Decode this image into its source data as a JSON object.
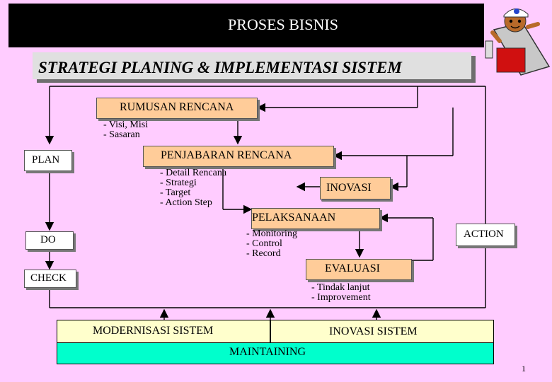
{
  "header": {
    "title": "PROSES BISNIS"
  },
  "subtitle": "STRATEGI PLANING & IMPLEMENTASI SISTEM",
  "diagram": {
    "rumusan": {
      "label": "RUMUSAN RENCANA",
      "items": [
        "- Visi, Misi",
        "- Sasaran"
      ]
    },
    "penjabaran": {
      "label": "PENJABARAN RENCANA",
      "items": [
        "- Detail Rencana",
        "- Strategi",
        "- Target",
        "- Action Step"
      ]
    },
    "inovasi": {
      "label": "INOVASI"
    },
    "pelaksanaan": {
      "label": "PELAKSANAAN",
      "items": [
        "- Monitoring",
        "- Control",
        "- Record"
      ]
    },
    "evaluasi": {
      "label": "EVALUASI",
      "items": [
        "- Tindak lanjut",
        "- Improvement"
      ]
    },
    "phases": {
      "plan": "PLAN",
      "do": "DO",
      "check": "CHECK",
      "action": "ACTION"
    },
    "bottom": {
      "modernisasi": "MODERNISASI SISTEM",
      "inovasi_sistem": "INOVASI SISTEM",
      "maintaining": "MAINTAINING"
    }
  },
  "colors": {
    "box_fill": "#ffcc99",
    "yellow": "#ffffcc",
    "teal": "#00ffcc",
    "background": "#ffccff"
  },
  "footer": {
    "page_number": "1"
  }
}
